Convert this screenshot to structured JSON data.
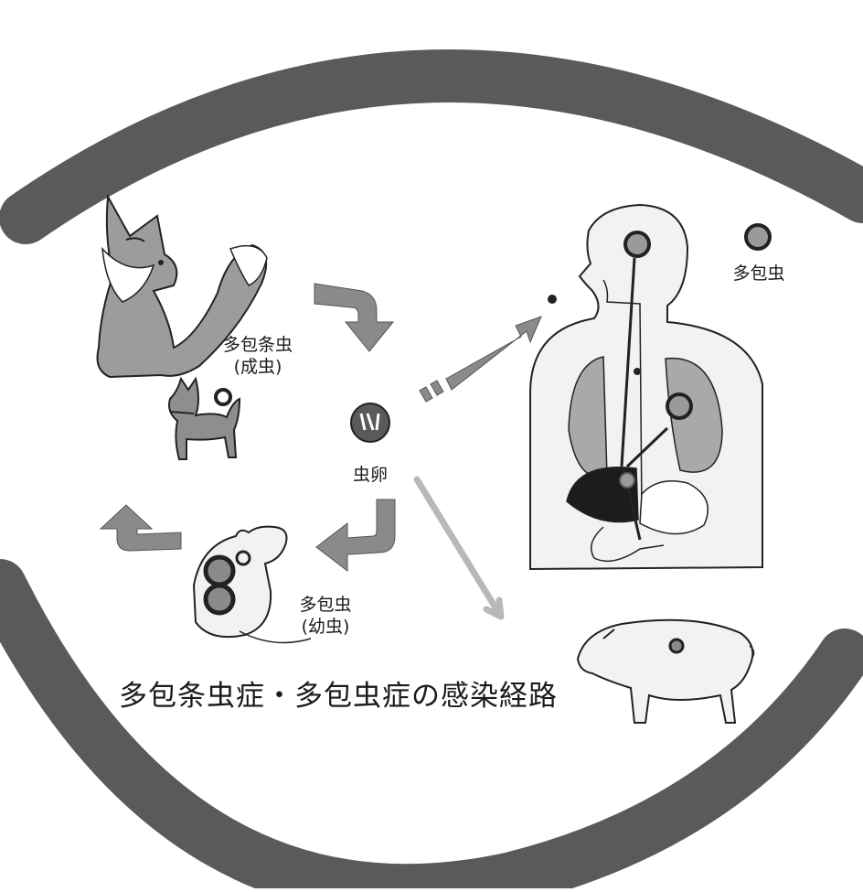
{
  "title": "多包条虫症・多包虫症の感染経路",
  "labels": {
    "adult_name": "多包条虫",
    "adult_stage": "(成虫)",
    "egg": "虫卵",
    "larva_name": "多包虫",
    "larva_stage": "(幼虫)",
    "legend": "多包虫"
  },
  "colors": {
    "ring": "#5a5a5a",
    "arrow": "#8a8a8a",
    "lung": "#a9a9a9",
    "cyst": "#9a9a9a",
    "liver": "#1c1c1c",
    "animal": "#9c9c9c"
  }
}
